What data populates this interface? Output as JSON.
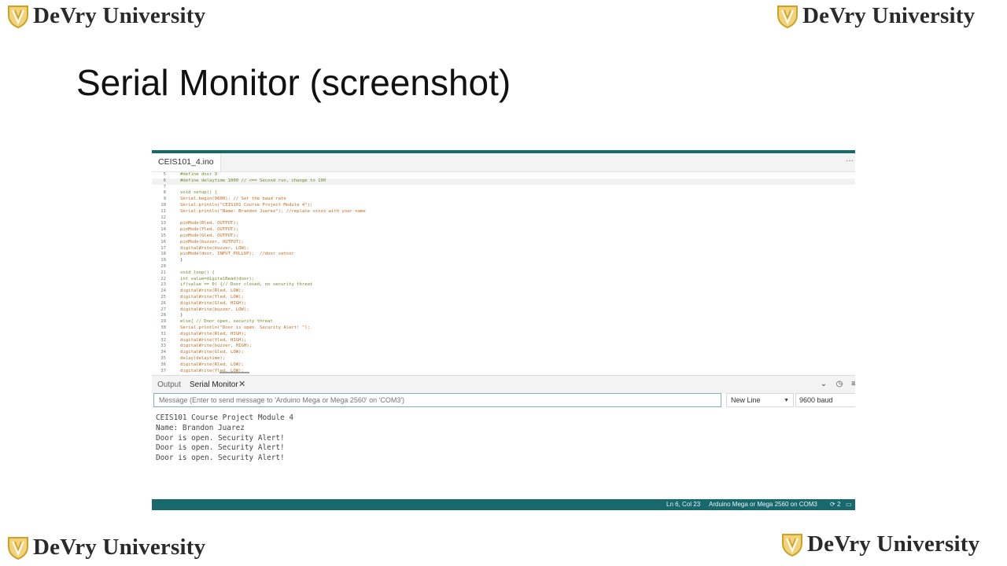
{
  "brand": {
    "name": "DeVry University"
  },
  "slide": {
    "title": "Serial Monitor (screenshot)"
  },
  "ide": {
    "file_tab": "CEIS101_4.ino",
    "code_lines": [
      {
        "n": "5",
        "t": "#define door 9",
        "c": "kw"
      },
      {
        "n": "6",
        "t": "#define delaytime 1000 // <== Second run, change to 100",
        "c": "kw"
      },
      {
        "n": "7",
        "t": "",
        "c": ""
      },
      {
        "n": "8",
        "t": "void setup() {",
        "c": "kw"
      },
      {
        "n": "9",
        "t": "Serial.begin(9600); // Set the baud rate",
        "c": "fn"
      },
      {
        "n": "10",
        "t": "Serial.println(\"CEIS101 Course Project Module 4\");",
        "c": "fn"
      },
      {
        "n": "11",
        "t": "Serial.println(\"Name: Brandon Juarez\"); //replace xxxxx with your name",
        "c": "fn"
      },
      {
        "n": "12",
        "t": "",
        "c": ""
      },
      {
        "n": "13",
        "t": "pinMode(Rled, OUTPUT);",
        "c": "fn"
      },
      {
        "n": "14",
        "t": "pinMode(Yled, OUTPUT);",
        "c": "fn"
      },
      {
        "n": "15",
        "t": "pinMode(Gled, OUTPUT);",
        "c": "fn"
      },
      {
        "n": "16",
        "t": "pinMode(buzzer, OUTPUT);",
        "c": "fn"
      },
      {
        "n": "17",
        "t": "digitalWrite(buzzer, LOW);",
        "c": "fn"
      },
      {
        "n": "18",
        "t": "pinMode(door, INPUT_PULLUP);  //door sensor",
        "c": "fn"
      },
      {
        "n": "19",
        "t": "}",
        "c": ""
      },
      {
        "n": "20",
        "t": "",
        "c": ""
      },
      {
        "n": "21",
        "t": "void loop() {",
        "c": "kw"
      },
      {
        "n": "22",
        "t": "int value=digitalRead(door);",
        "c": "kw"
      },
      {
        "n": "23",
        "t": "if(value == 0) {// Door closed, no security threat",
        "c": "kw"
      },
      {
        "n": "24",
        "t": "digitalWrite(Rled, LOW);",
        "c": "fn"
      },
      {
        "n": "25",
        "t": "digitalWrite(Yled, LOW);",
        "c": "fn"
      },
      {
        "n": "26",
        "t": "digitalWrite(Gled, HIGH);",
        "c": "fn"
      },
      {
        "n": "27",
        "t": "digitalWrite(buzzer, LOW);",
        "c": "fn"
      },
      {
        "n": "28",
        "t": "}",
        "c": ""
      },
      {
        "n": "29",
        "t": "else{ // Door open, security threat",
        "c": "kw"
      },
      {
        "n": "30",
        "t": "Serial.println(\"Door is open. Security Alert! \");",
        "c": "fn"
      },
      {
        "n": "31",
        "t": "digitalWrite(Rled, HIGH);",
        "c": "fn"
      },
      {
        "n": "32",
        "t": "digitalWrite(Yled, HIGH);",
        "c": "fn"
      },
      {
        "n": "33",
        "t": "digitalWrite(buzzer, HIGH);",
        "c": "fn"
      },
      {
        "n": "34",
        "t": "digitalWrite(Gled, LOW);",
        "c": "fn"
      },
      {
        "n": "35",
        "t": "delay(delaytime);",
        "c": "fn"
      },
      {
        "n": "36",
        "t": "digitalWrite(Rled, LOW);",
        "c": "fn"
      },
      {
        "n": "37",
        "t": "digitalWrite(Yled, LOW);",
        "c": "fn"
      }
    ],
    "active_line": "6",
    "panel": {
      "output_tab": "Output",
      "serial_tab": "Serial Monitor",
      "close_glyph": "✕",
      "collapse_glyph": "⌄",
      "clock_glyph": "◷",
      "menu_glyph": "≡",
      "more_glyph": "···"
    },
    "message_placeholder": "Message (Enter to send message to 'Arduino Mega or Mega 2560' on 'COM3')",
    "line_ending": "New Line",
    "baud": "9600 baud",
    "serial_output": [
      "CEIS101 Course Project Module 4",
      "Name: Brandon Juarez",
      "Door is open. Security Alert!",
      "Door is open. Security Alert!",
      "Door is open. Security Alert!"
    ],
    "status": {
      "position": "Ln 6, Col 23",
      "board": "Arduino Mega or Mega 2560 on COM3",
      "notifications": "2"
    }
  },
  "colors": {
    "teal": "#17696c",
    "logo_gold": "#c9a227"
  }
}
